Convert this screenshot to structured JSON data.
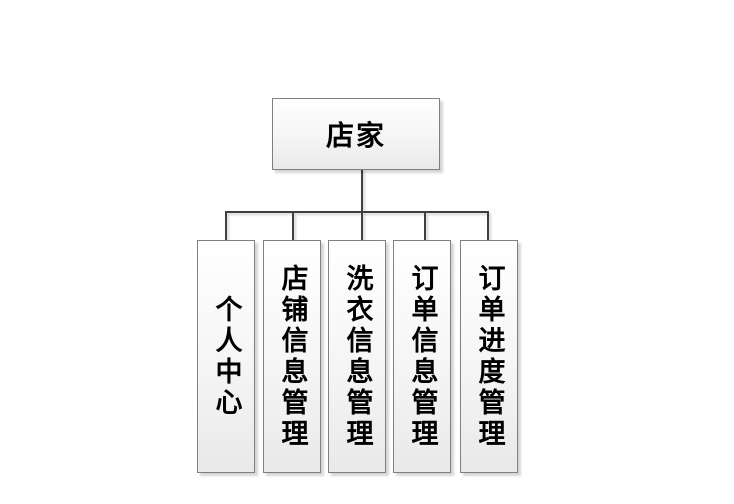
{
  "diagram": {
    "root": {
      "label": "店家"
    },
    "children": [
      {
        "label": "个人中心"
      },
      {
        "label": "店铺信息管理"
      },
      {
        "label": "洗衣信息管理"
      },
      {
        "label": "订单信息管理"
      },
      {
        "label": "订单进度管理"
      }
    ],
    "colors": {
      "canvas_background": "#ffffff",
      "node_fill_top": "#ffffff",
      "node_fill_bottom": "#e9e9e9",
      "node_border": "#7f7f7f",
      "connector_line": "#3f3f3f",
      "text": "#000000"
    }
  }
}
